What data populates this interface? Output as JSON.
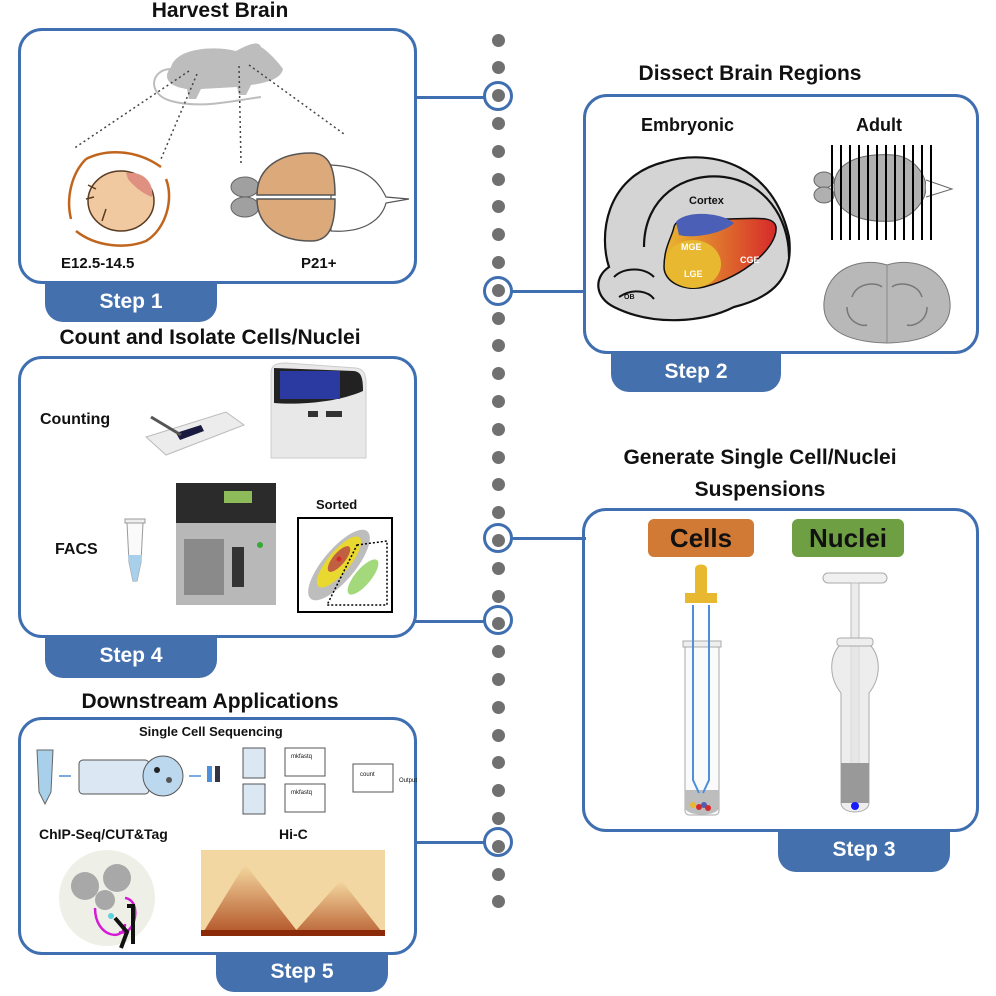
{
  "colors": {
    "accent_blue": "#3f6fb0",
    "tab_blue": "#4470ae",
    "timeline_dot": "#707070",
    "cells_badge": "#d07a35",
    "nuclei_badge": "#6ea043",
    "mge": "#4a5fb5",
    "lge": "#e8b830",
    "cge": "#d62a2a",
    "brain_gray": "#d4d4d4",
    "adult_brain_tan": "#dba97a"
  },
  "steps": [
    {
      "id": "step1",
      "title": "Harvest Brain",
      "tab_label": "Step 1",
      "labels": {
        "embryo": "E12.5-14.5",
        "adult": "P21+"
      }
    },
    {
      "id": "step2",
      "title": "Dissect Brain Regions",
      "tab_label": "Step 2",
      "labels": {
        "embryonic": "Embryonic",
        "adult": "Adult",
        "cortex": "Cortex",
        "mge": "MGE",
        "lge": "LGE",
        "cge": "CGE",
        "ob": "OB"
      }
    },
    {
      "id": "step3",
      "title_line1": "Generate Single Cell/Nuclei",
      "title_line2": "Suspensions",
      "tab_label": "Step 3",
      "labels": {
        "cells": "Cells",
        "nuclei": "Nuclei"
      }
    },
    {
      "id": "step4",
      "title": "Count and Isolate Cells/Nuclei",
      "tab_label": "Step 4",
      "labels": {
        "counting": "Counting",
        "facs": "FACS",
        "sorted": "Sorted"
      }
    },
    {
      "id": "step5",
      "title": "Downstream Applications",
      "tab_label": "Step 5",
      "labels": {
        "scseq": "Single Cell Sequencing",
        "mkfastq1": "mkfastq",
        "mkfastq2": "mkfastq",
        "count": "count",
        "output": "Output",
        "chip": "ChIP-Seq/CUT&Tag",
        "hic": "Hi-C"
      }
    }
  ]
}
